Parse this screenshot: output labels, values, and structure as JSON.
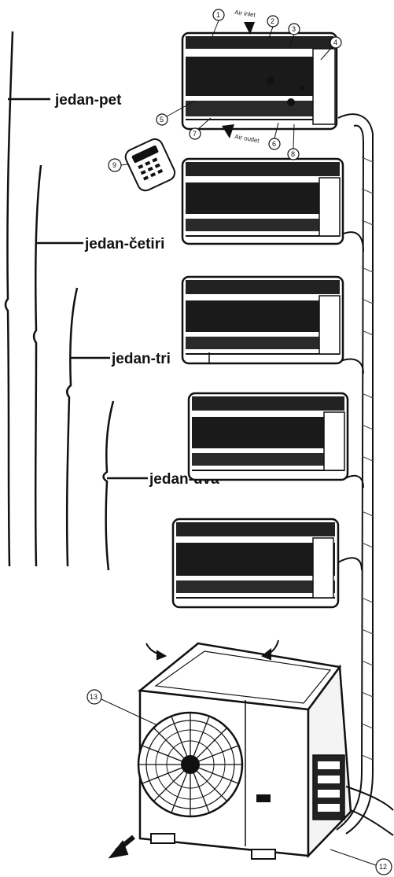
{
  "labels": {
    "five": "jedan-pet",
    "four": "jedan-četiri",
    "three": "jedan-tri",
    "two": "jedan-dva"
  },
  "annotations": {
    "air_inlet": "Air inlet",
    "air_outlet": "Air outlet"
  },
  "callouts": {
    "c1": "1",
    "c2": "2",
    "c3": "3",
    "c4": "4",
    "c5": "5",
    "c6": "6",
    "c7": "7",
    "c8": "8",
    "c9": "9",
    "c12": "12",
    "c13": "13"
  }
}
